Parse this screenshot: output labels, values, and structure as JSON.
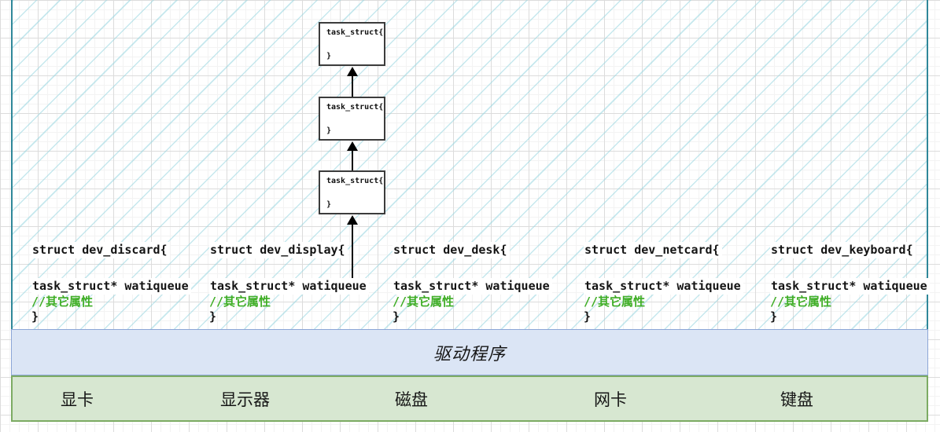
{
  "canvas": {
    "hatch_color": "#97d6e0",
    "border_color": "#2f8799",
    "grid_major_color": "#dcdcdc",
    "grid_minor_color": "#f3f3f3"
  },
  "task_chain": {
    "boxes": [
      {
        "line1": "task_struct{",
        "line2": "}"
      },
      {
        "line1": "task_struct{",
        "line2": "}"
      },
      {
        "line1": "task_struct{",
        "line2": "}"
      }
    ]
  },
  "structs": [
    {
      "header": "struct dev_discard{",
      "field": "task_struct* watiqueue",
      "comment": "//其它属性",
      "close": "}"
    },
    {
      "header": "struct dev_display{",
      "field": "task_struct* watiqueue",
      "comment": "//其它属性",
      "close": "}"
    },
    {
      "header": "struct dev_desk{",
      "field": "task_struct* watiqueue",
      "comment": "//其它属性",
      "close": "}"
    },
    {
      "header": "struct dev_netcard{",
      "field": "task_struct* watiqueue",
      "comment": "//其它属性",
      "close": "}"
    },
    {
      "header": "struct dev_keyboard{",
      "field": "task_struct* watiqueue",
      "comment": "//其它属性",
      "close": "}"
    }
  ],
  "comment_color": "#3fae26",
  "driver_bar": {
    "label": "驱动程序",
    "fill": "#dbe5f5",
    "border": "#8ca6d6"
  },
  "device_bar": {
    "fill": "#d7e7d1",
    "border": "#7cab63",
    "items": [
      {
        "label": "显卡"
      },
      {
        "label": "显示器"
      },
      {
        "label": "磁盘"
      },
      {
        "label": "网卡"
      },
      {
        "label": "键盘"
      }
    ]
  }
}
